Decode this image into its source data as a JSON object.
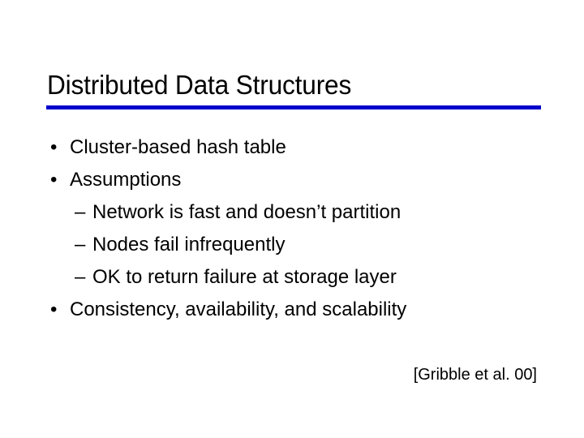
{
  "slide": {
    "title": "Distributed Data Structures",
    "rule_color": "#0000cc",
    "background_color": "#ffffff",
    "text_color": "#000000",
    "bullets": [
      {
        "level": 1,
        "marker": "•",
        "text": "Cluster-based hash table"
      },
      {
        "level": 1,
        "marker": "•",
        "text": "Assumptions"
      },
      {
        "level": 2,
        "marker": "–",
        "text": "Network is fast and doesn’t partition"
      },
      {
        "level": 2,
        "marker": "–",
        "text": "Nodes fail infrequently"
      },
      {
        "level": 2,
        "marker": "–",
        "text": "OK to return failure at storage layer"
      },
      {
        "level": 1,
        "marker": "•",
        "text": "Consistency, availability, and scalability"
      }
    ],
    "citation": "[Gribble et al. 00]"
  }
}
